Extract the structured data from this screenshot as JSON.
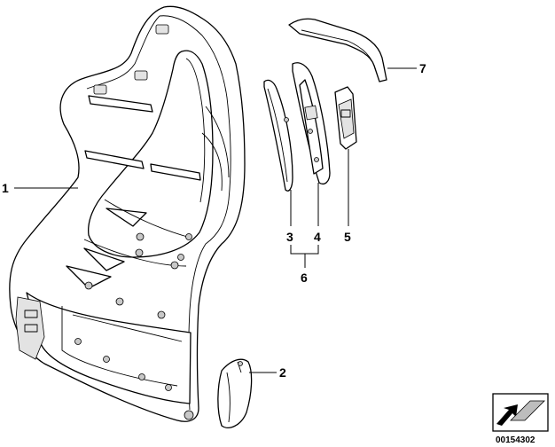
{
  "callouts": [
    {
      "id": "1",
      "label": "1"
    },
    {
      "id": "2",
      "label": "2"
    },
    {
      "id": "3",
      "label": "3"
    },
    {
      "id": "4",
      "label": "4"
    },
    {
      "id": "5",
      "label": "5"
    },
    {
      "id": "6",
      "label": "6"
    },
    {
      "id": "7",
      "label": "7"
    }
  ],
  "reference_number": "00154302",
  "icons": [
    "seat-backrest-frame-part",
    "side-trim-cover-part",
    "trim-strip-part",
    "side-panel-part",
    "switch-cover-part",
    "top-trim-panel-part",
    "bmw-catalog-arrow-icon"
  ]
}
